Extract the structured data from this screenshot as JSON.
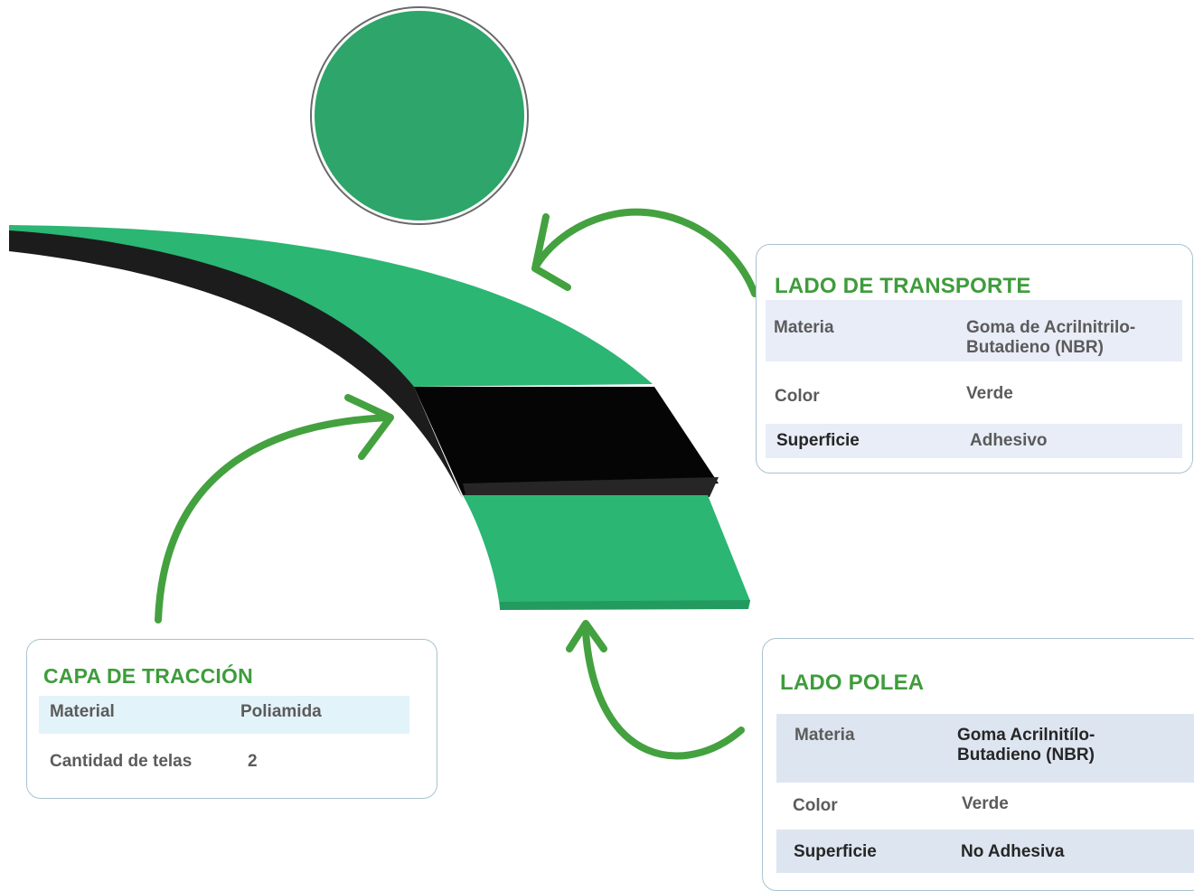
{
  "colors": {
    "belt_green": "#2bb673",
    "belt_black": "#050505",
    "arrow_green": "#44a13f",
    "circle_green": "#2ea56a",
    "title_green": "#3f9c3c",
    "card_border": "#a9c2cf"
  },
  "icons": [
    "brand-circle",
    "arrow-icon"
  ],
  "transport": {
    "title": "LADO DE TRANSPORTE",
    "rows": [
      {
        "key": "Materia",
        "value": "Goma de Acrilnitrilo-Butadieno (NBR)"
      },
      {
        "key": "Color",
        "value": "Verde"
      },
      {
        "key": "Superficie",
        "value": "Adhesivo"
      }
    ]
  },
  "traction": {
    "title": "CAPA DE TRACCIÓN",
    "rows": [
      {
        "key": "Material",
        "value": "Poliamida"
      },
      {
        "key": "Cantidad de telas",
        "value": "2"
      }
    ]
  },
  "pulley": {
    "title": "LADO POLEA",
    "rows": [
      {
        "key": "Materia",
        "value": "Goma Acrilnitílo-Butadieno (NBR)"
      },
      {
        "key": "Color",
        "value": "Verde"
      },
      {
        "key": "Superficie",
        "value": "No Adhesiva"
      }
    ]
  }
}
